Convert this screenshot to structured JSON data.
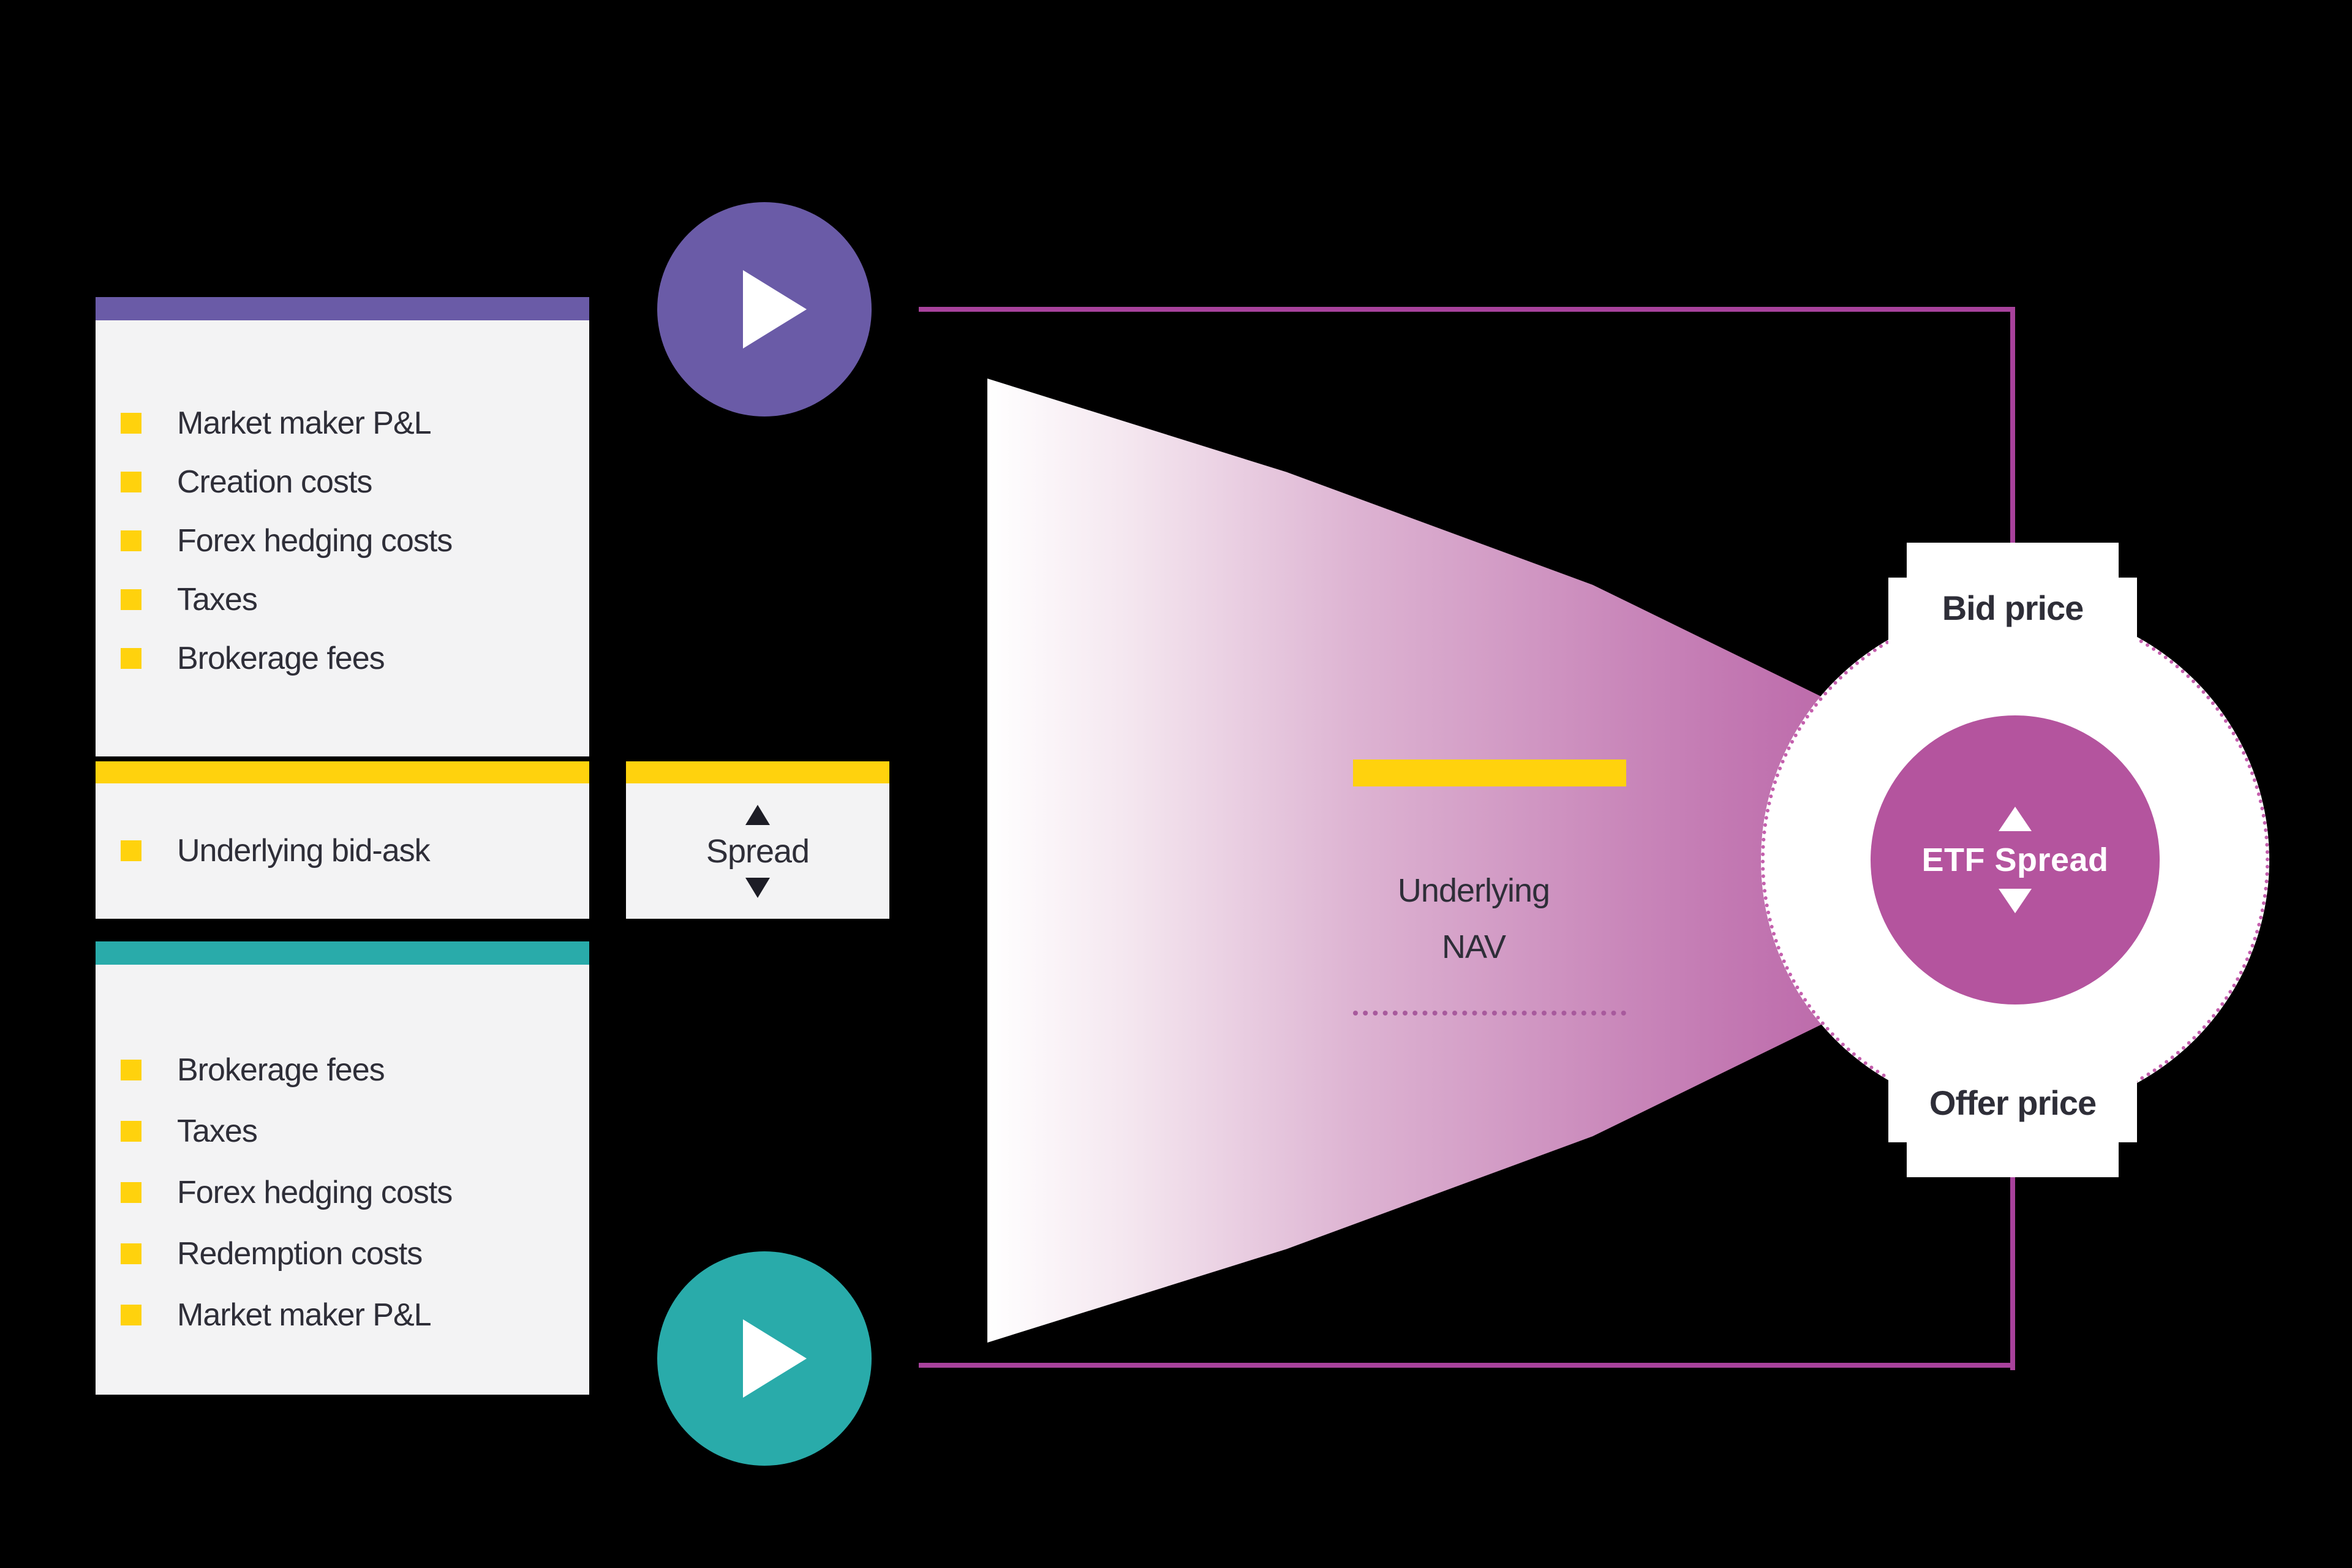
{
  "colors": {
    "background": "#000000",
    "purple": "#6a5ba7",
    "teal": "#29abaa",
    "yellow": "#ffd20d",
    "magenta_circle": "#b4549e",
    "magenta_line": "#a8429c",
    "panel_bg": "#f3f3f4",
    "text_dark": "#2e2e38"
  },
  "panels": {
    "creation": {
      "items": [
        "Market maker P&L",
        "Creation costs",
        "Forex hedging costs",
        "Taxes",
        "Brokerage fees"
      ]
    },
    "underlying": {
      "items": [
        "Underlying bid-ask"
      ]
    },
    "spread": {
      "label": "Spread"
    },
    "redemption": {
      "items": [
        "Brokerage fees",
        "Taxes",
        "Forex hedging costs",
        "Redemption costs",
        "Market maker P&L"
      ]
    }
  },
  "funnel": {
    "nav_line1": "Underlying",
    "nav_line2": "NAV"
  },
  "etf": {
    "bid_label": "Bid price",
    "offer_label": "Offer price",
    "center_label": "ETF Spread"
  }
}
